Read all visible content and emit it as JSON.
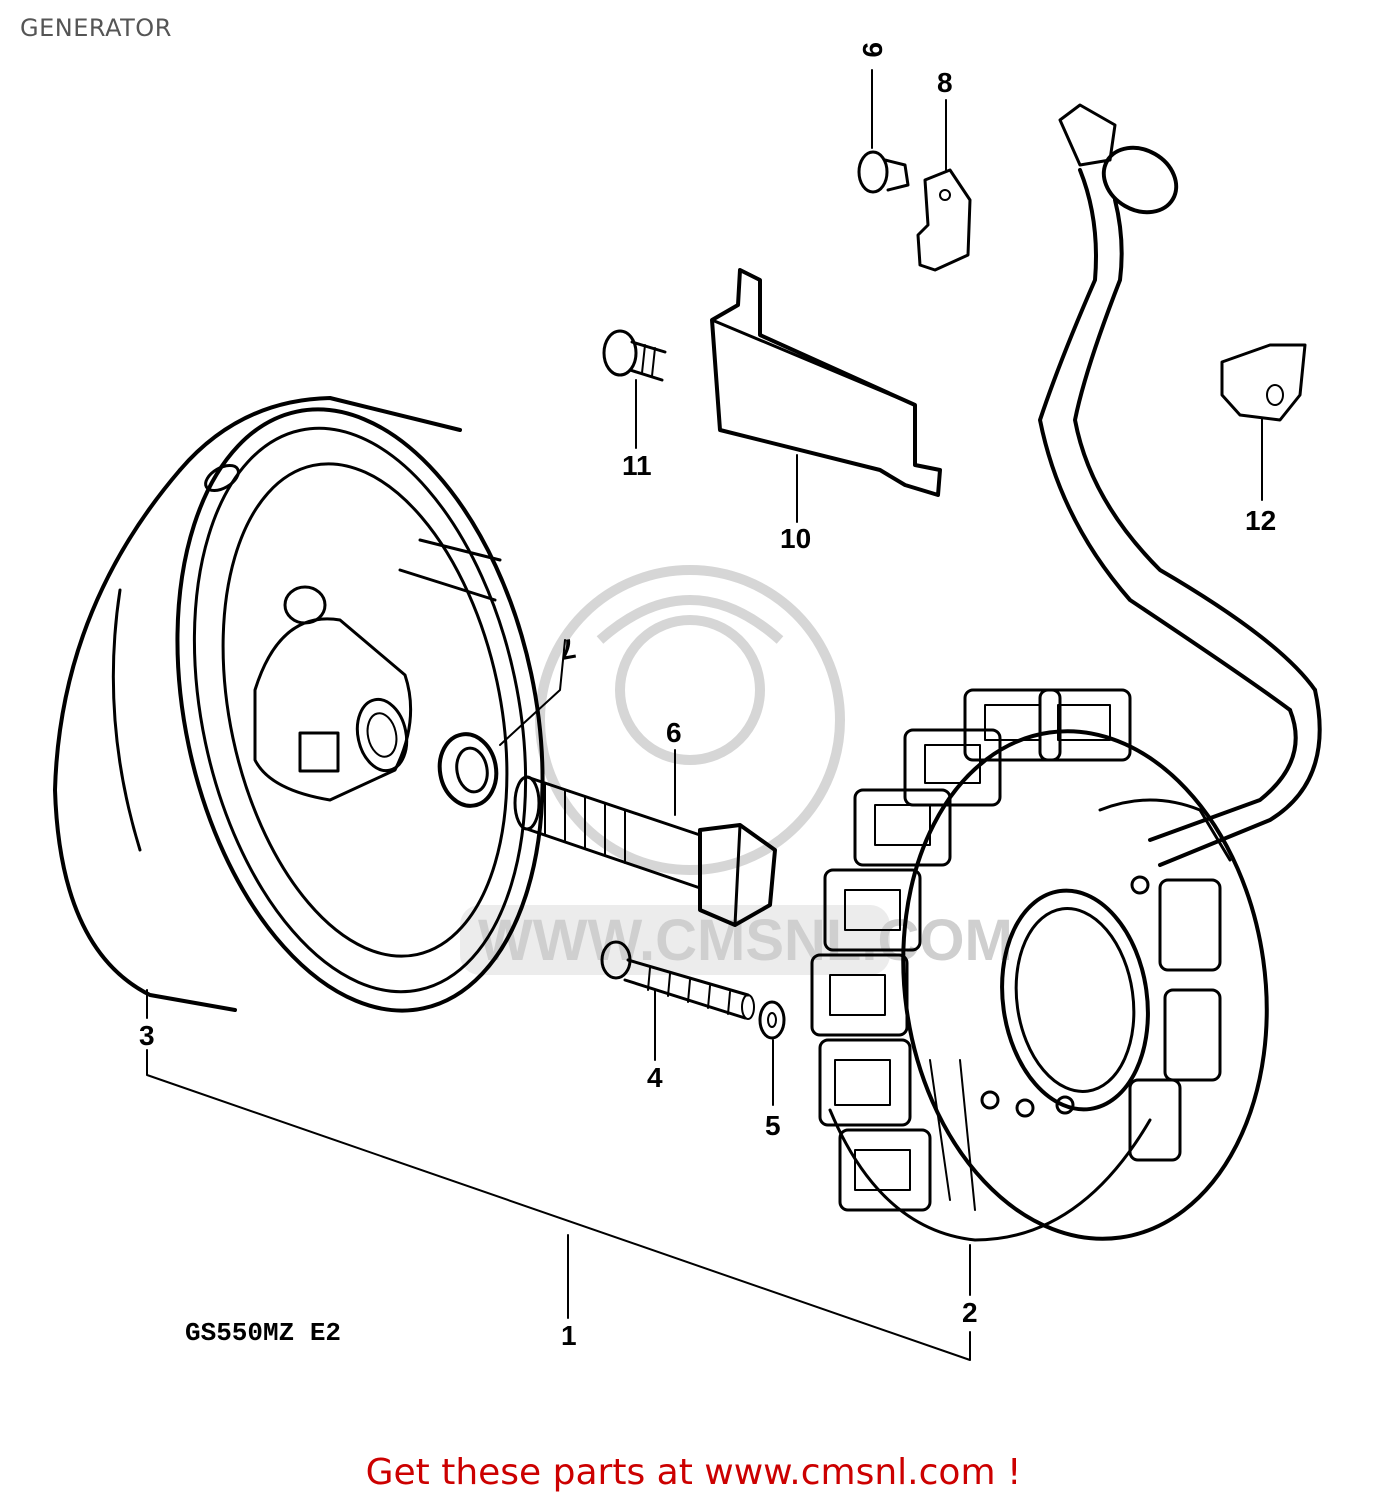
{
  "title": "GENERATOR",
  "model_code": "GS550MZ E2",
  "watermark": "WWW.CMSNL.COM",
  "callouts": [
    "1",
    "2",
    "3",
    "4",
    "5",
    "6",
    "7",
    "8",
    "9",
    "10",
    "11",
    "12"
  ],
  "footer": {
    "link_text": "Get these parts at www.cmsnl.com !"
  }
}
